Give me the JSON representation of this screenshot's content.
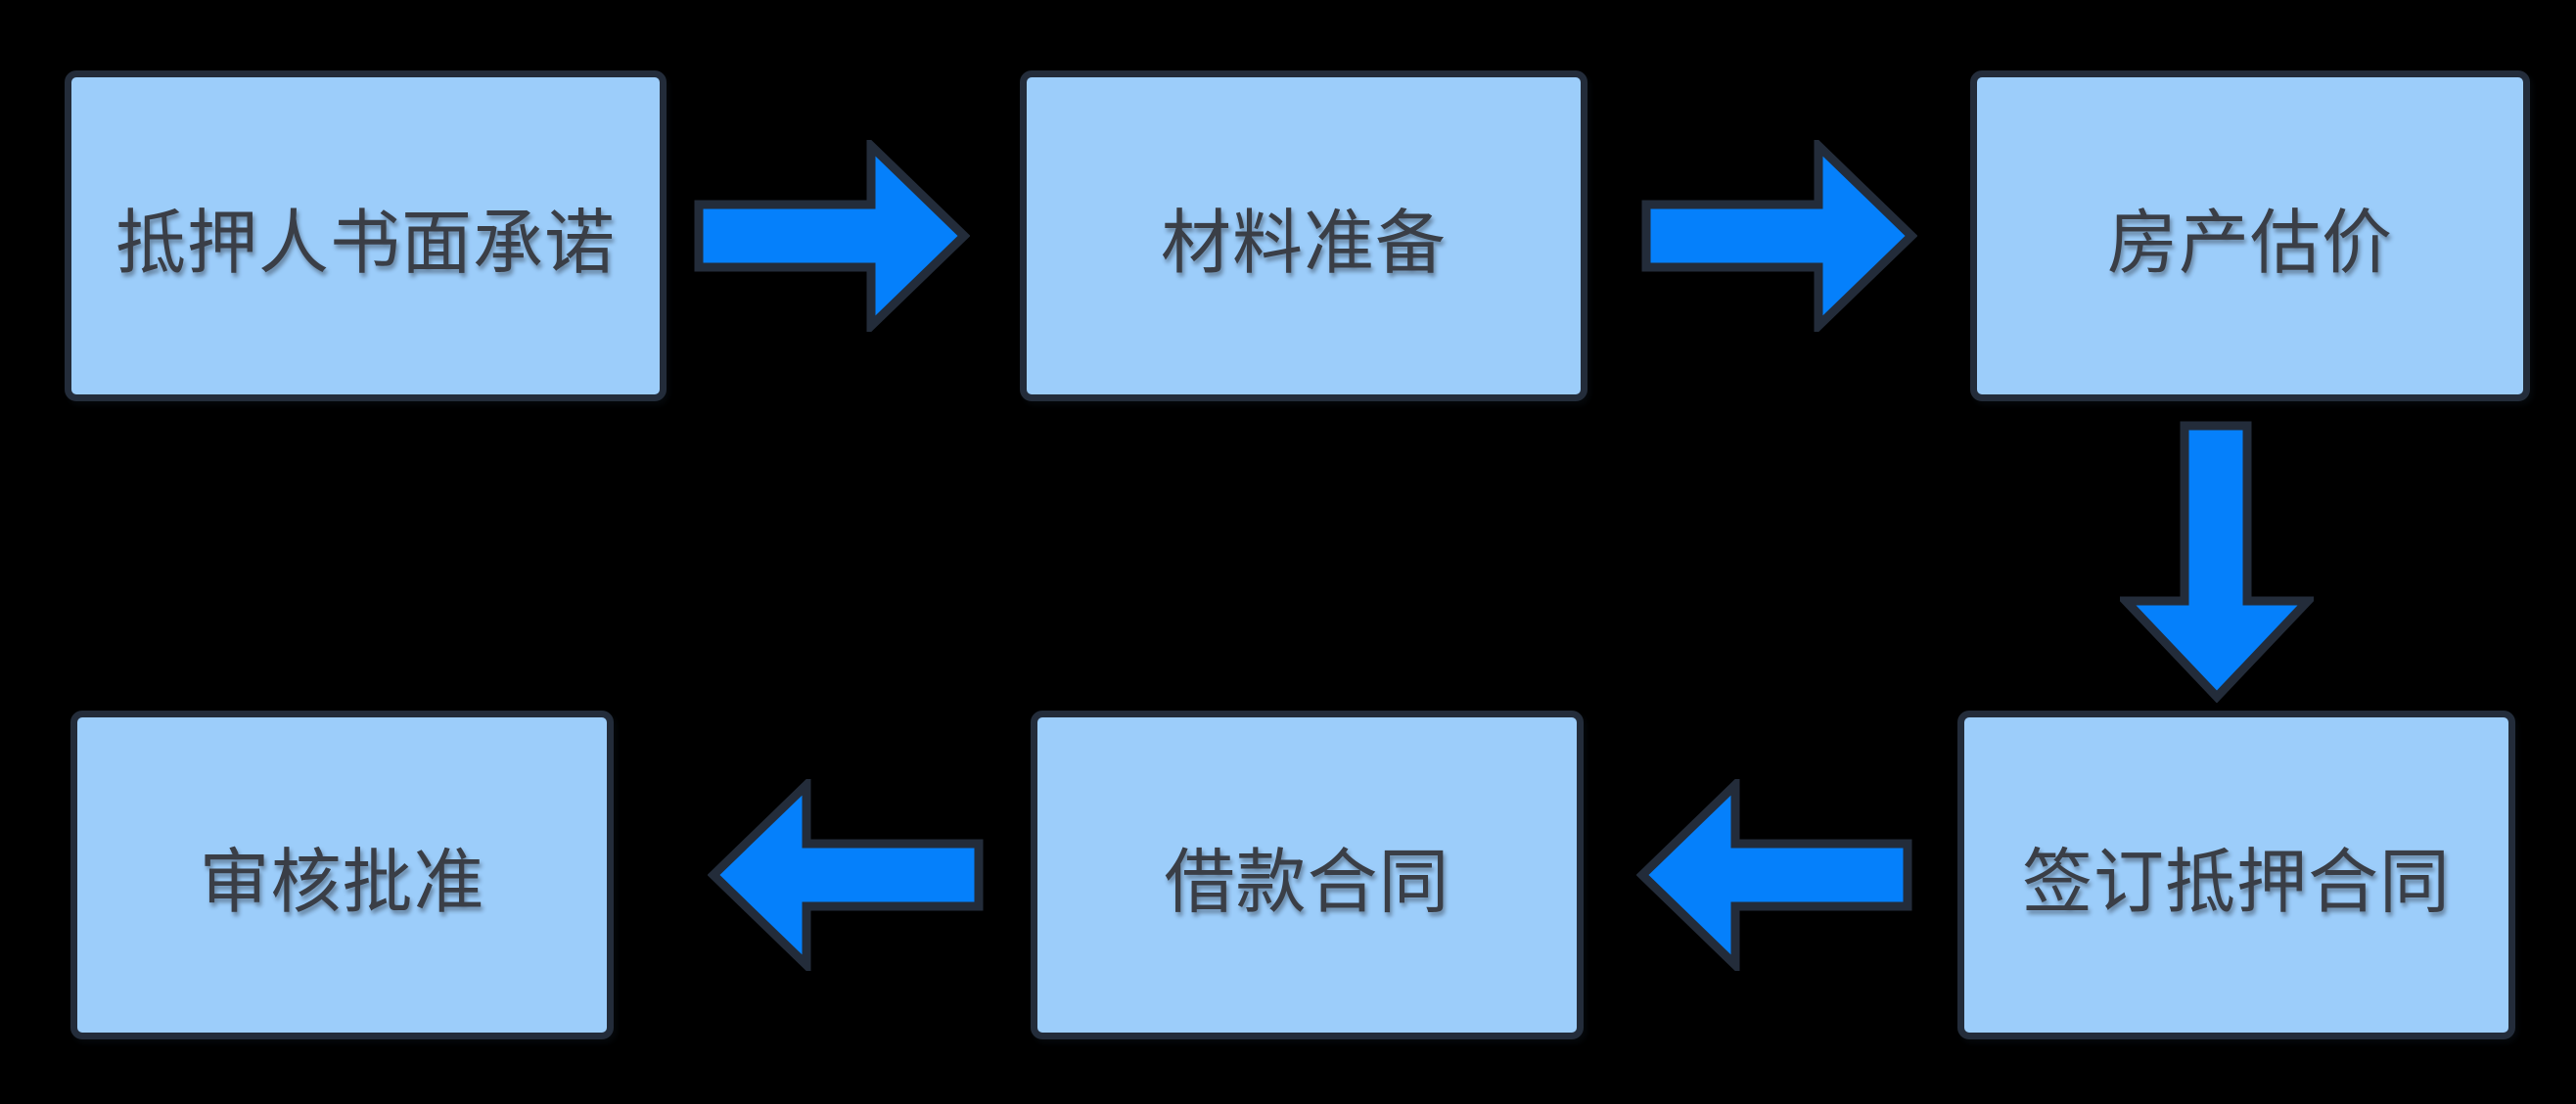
{
  "colors": {
    "page_bg": "#000000",
    "box_fill": "#9CCDFA",
    "box_border": "#232C3A",
    "arrow_fill": "#0580FB",
    "arrow_border": "#232C3A",
    "text_color": "#3A3E46"
  },
  "flowchart": {
    "nodes": [
      {
        "id": "mortgagor-written-commitment",
        "label": "抵押人书面承诺"
      },
      {
        "id": "material-preparation",
        "label": "材料准备"
      },
      {
        "id": "property-appraisal",
        "label": "房产估价"
      },
      {
        "id": "sign-mortgage-contract",
        "label": "签订抵押合同"
      },
      {
        "id": "loan-contract",
        "label": "借款合同"
      },
      {
        "id": "review-approval",
        "label": "审核批准"
      }
    ],
    "connections": [
      {
        "from": "抵押人书面承诺",
        "to": "材料准备",
        "direction": "right"
      },
      {
        "from": "材料准备",
        "to": "房产估价",
        "direction": "right"
      },
      {
        "from": "房产估价",
        "to": "签订抵押合同",
        "direction": "down"
      },
      {
        "from": "签订抵押合同",
        "to": "借款合同",
        "direction": "left"
      },
      {
        "from": "借款合同",
        "to": "审核批准",
        "direction": "left"
      }
    ]
  }
}
